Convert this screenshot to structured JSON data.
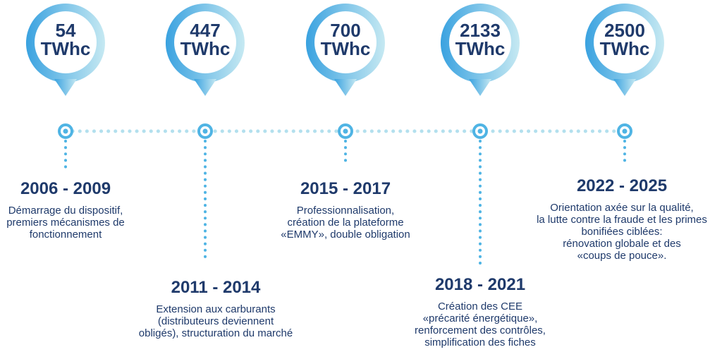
{
  "colors": {
    "accent_light": "#b3e0ee",
    "accent_mid": "#6ac2e6",
    "accent_dark": "#3aa2e0",
    "text_dark": "#1f3a6b"
  },
  "milestones": [
    {
      "value": "54",
      "unit": "TWhc"
    },
    {
      "value": "447",
      "unit": "TWhc"
    },
    {
      "value": "700",
      "unit": "TWhc"
    },
    {
      "value": "2133",
      "unit": "TWhc"
    },
    {
      "value": "2500",
      "unit": "TWhc"
    }
  ],
  "periods": [
    {
      "years": "2006 - 2009",
      "lines": [
        "Démarrage du dispositif,",
        "premiers mécanismes de",
        "fonctionnement"
      ]
    },
    {
      "years": "2011 - 2014",
      "lines": [
        "Extension aux carburants",
        "(distributeurs deviennent",
        "obligés), structuration du marché"
      ]
    },
    {
      "years": "2015 - 2017",
      "lines": [
        "Professionnalisation,",
        "création de la plateforme",
        "«EMMY», double obligation"
      ]
    },
    {
      "years": "2018 - 2021",
      "lines": [
        "Création des CEE",
        "«précarité énergétique»,",
        "renforcement des contrôles,",
        "simplification des fiches"
      ]
    },
    {
      "years": "2022 - 2025",
      "lines": [
        "Orientation axée sur la qualité,",
        "la lutte contre la fraude et les primes",
        "bonifiées ciblées:",
        "rénovation globale et des",
        "«coups de pouce»."
      ]
    }
  ]
}
